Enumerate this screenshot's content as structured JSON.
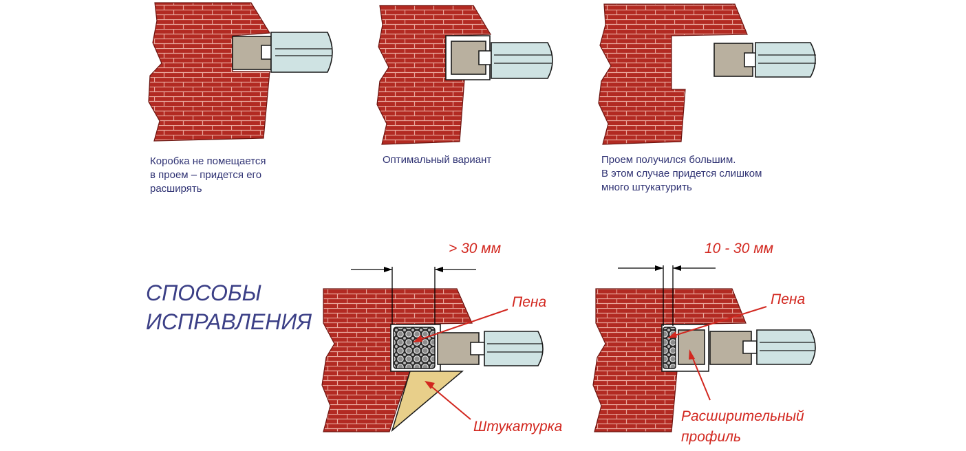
{
  "captions": {
    "c1": [
      "Коробка не помещается",
      "в проем – придется его",
      "расширять"
    ],
    "c2": [
      "Оптимальный вариант"
    ],
    "c3": [
      "Проем получился большим.",
      "В этом случае придется слишком",
      "много штукатурить"
    ]
  },
  "heading": [
    "СПОСОБЫ",
    "ИСПРАВЛЕНИЯ"
  ],
  "fix1": {
    "dimension": "> 30 мм",
    "label_foam": "Пена",
    "label_plaster": "Штукатурка"
  },
  "fix2": {
    "dimension": "10 - 30 мм",
    "label_foam": "Пена",
    "label_profile": [
      "Расширительный",
      "профиль"
    ]
  },
  "colors": {
    "brick": "#b22a22",
    "mortar": "#e9a79c",
    "frame": "#b9b09f",
    "glass": "#cfe3e3",
    "plaster": "#e8cf8a",
    "caption": "#2f3273",
    "label": "#d2271f"
  }
}
